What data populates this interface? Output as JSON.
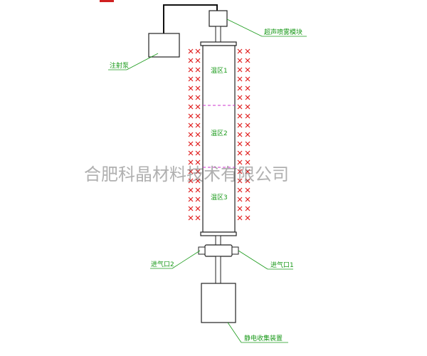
{
  "labels": {
    "ultrasonic_module": "超声喷雾模块",
    "syringe_pump": "注射泵",
    "inlet_1": "进气口1",
    "inlet_2": "进气口2",
    "collector": "静电收集装置"
  },
  "zones": [
    "温区1",
    "温区2",
    "温区3"
  ],
  "watermark": "合肥科晶材料技术有限公司",
  "colors": {
    "outline": "#1a1a1a",
    "label_text": "#1a9a1a",
    "heater_mark": "#e02020",
    "zone_divider": "#cc33cc",
    "watermark": "#6f6f6f"
  }
}
